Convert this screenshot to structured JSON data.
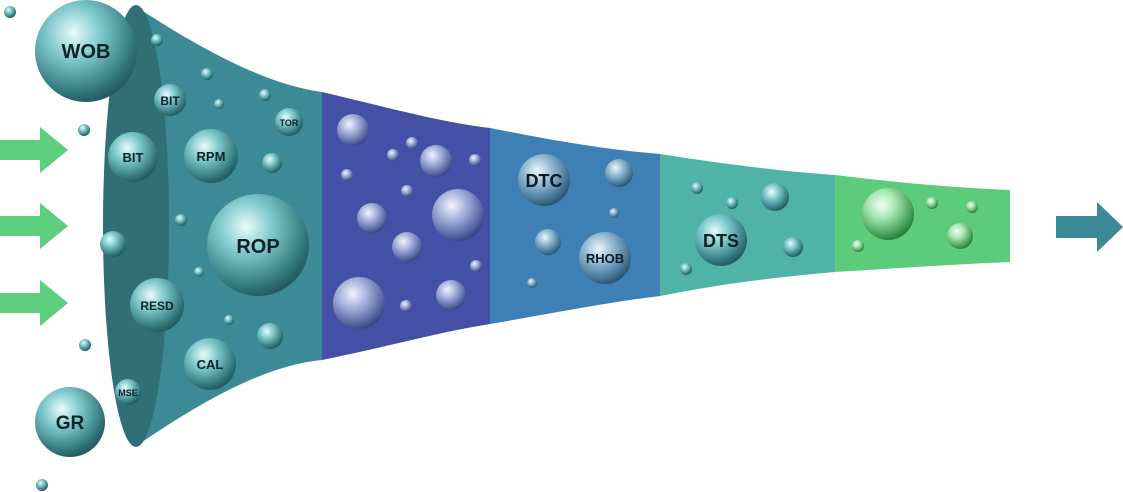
{
  "colors": {
    "input_arrow": "#5cce7e",
    "output_arrow": "#3b8a96",
    "funnel_rim": "#2f6f75",
    "section_1": "#3b8a96",
    "section_2": "#4450a6",
    "section_3": "#3e7fb6",
    "section_4": "#4fb4a6",
    "section_5": "#5ccc7c"
  },
  "labels": {
    "wob": "WOB",
    "gr": "GR",
    "bit_top": "BIT",
    "bit_left": "BIT",
    "tor": "TOR",
    "rpm": "RPM",
    "rop": "ROP",
    "resd": "RESD",
    "cal": "CAL",
    "mse": "MSE",
    "dtc": "DTC",
    "rhob": "RHOB",
    "dts": "DTS"
  }
}
